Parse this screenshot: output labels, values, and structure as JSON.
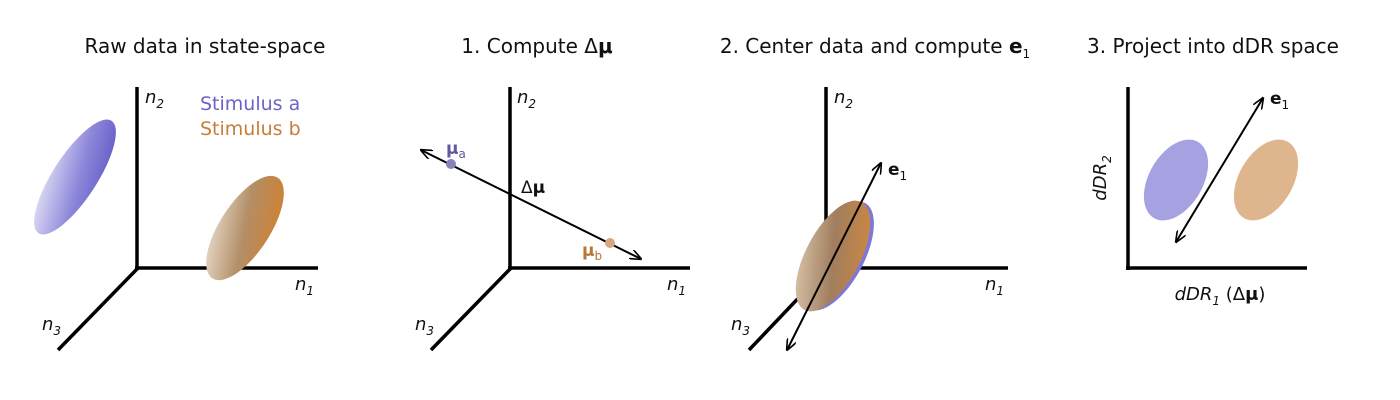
{
  "titles": {
    "panel1": "Raw data in state-space",
    "panel2_prefix": "1. Compute Δ",
    "panel2_bold": "μ",
    "panel3_prefix": "2. Center data and compute ",
    "panel3_bold": "e",
    "panel3_sub": "1",
    "panel4": "3. Project into dDR space"
  },
  "axes": {
    "n": "n",
    "n1_sub": "1",
    "n2_sub": "2",
    "n3_sub": "3",
    "ddr": "dDR",
    "ddr1_sub": "1",
    "ddr2_sub": "2",
    "ddr1_suffix_pre": " (Δ",
    "ddr1_suffix_bold": "μ",
    "ddr1_suffix_post": ")"
  },
  "legend": {
    "stimulus_a": "Stimulus a",
    "stimulus_b": "Stimulus b",
    "color_a": "#6a63c8",
    "color_b": "#c87d3a"
  },
  "panel2": {
    "mu_symbol": "μ",
    "mu_a_sub": "a",
    "mu_b_sub": "b",
    "delta_prefix": "Δ",
    "delta_bold": "μ"
  },
  "panel3": {
    "e_symbol": "e",
    "e_sub": "1"
  },
  "panel4": {
    "e_symbol": "e",
    "e_sub": "1"
  },
  "colors": {
    "axis": "#000000",
    "purple": "#7d77d6",
    "orange": "#d8a06e"
  }
}
